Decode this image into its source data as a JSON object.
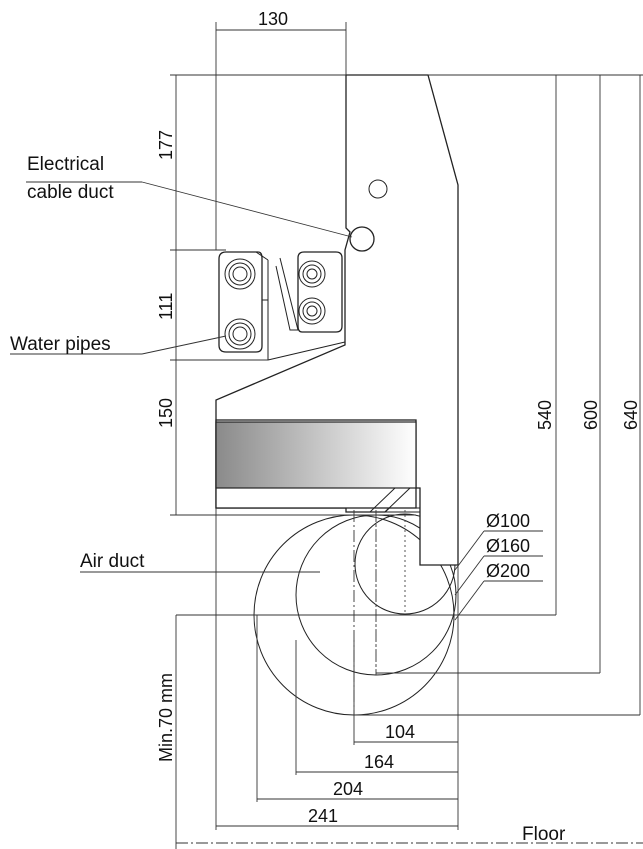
{
  "labels": {
    "electrical_line1": "Electrical",
    "electrical_line2": "cable duct",
    "water_pipes": "Water pipes",
    "air_duct": "Air duct",
    "floor": "Floor"
  },
  "dimensions": {
    "top_width": "130",
    "v177": "177",
    "v111": "111",
    "v150": "150",
    "v540": "540",
    "v600": "600",
    "v640": "640",
    "d100": "Ø100",
    "d160": "Ø160",
    "d200": "Ø200",
    "h104": "104",
    "h164": "164",
    "h204": "204",
    "h241": "241",
    "min70": "Min.70 mm"
  },
  "colors": {
    "line": "#222222",
    "gradient_start": "#8a8a8a",
    "gradient_end": "#ffffff"
  }
}
